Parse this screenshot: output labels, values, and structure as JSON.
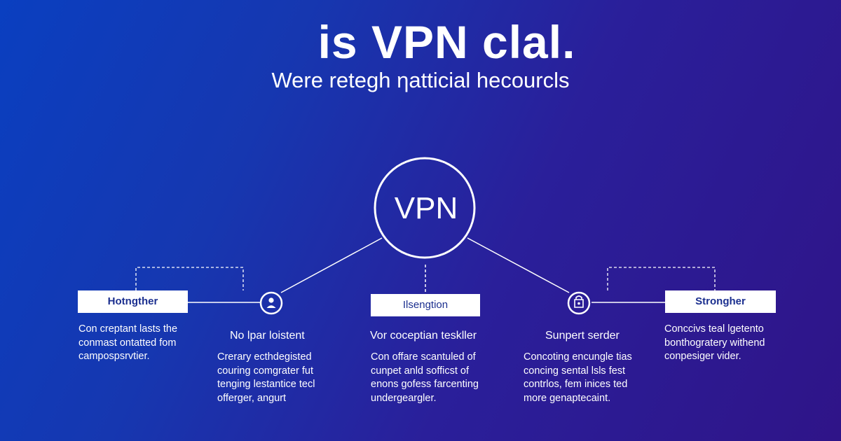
{
  "header": {
    "title": "is VPN clal.",
    "subtitle": "Were retegh ηatticial hecourcls"
  },
  "hub": {
    "label": "VPN"
  },
  "boxes": {
    "left": "Hotngther",
    "center": "Ilsengtion",
    "right": "Strongher"
  },
  "nodes": {
    "left": {
      "title": "No lpar loistent",
      "icon": "user-icon"
    },
    "right": {
      "title": "Sunpert serder",
      "icon": "shield-lock-icon"
    }
  },
  "center_title": "Vor coceptian teskller",
  "columns": {
    "col1": [
      "Con creptant lasts the",
      "conmast ontatted fom",
      "campospsrvtier."
    ],
    "col2": [
      "Crerary ecthdegisted",
      "couring comgrater fut",
      "tenging lestantice tecl",
      "offerger, angurt"
    ],
    "col3": [
      "Con offare scantuled of",
      "cunpet anld sofficst of",
      "enons gofess farcenting",
      "undergeargler."
    ],
    "col4": [
      "Concoting encungle tias",
      "concing sental lsls fest",
      "contrlos, fem inices ted",
      "more genaptecaint."
    ],
    "col5": [
      "Conccivs teal lgetento",
      "bonthogratery withend",
      "conpesiger vider."
    ]
  },
  "colors": {
    "background_start": "#0a3fc0",
    "background_end": "#2f1488",
    "line": "#ffffff",
    "box_text": "#1b2f8f"
  }
}
